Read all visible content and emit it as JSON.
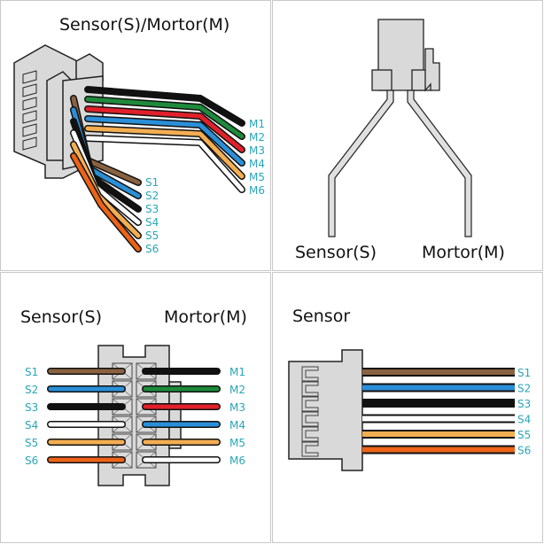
{
  "colors": {
    "label": "#2aa6b8",
    "housing": "#d9d9d9",
    "outline": "#222222"
  },
  "panels": {
    "top_left": {
      "title": "Sensor(S)/Mortor(M)",
      "motor_wires": [
        {
          "label": "M1",
          "color": "#111111"
        },
        {
          "label": "M2",
          "color": "#1e8a3c"
        },
        {
          "label": "M3",
          "color": "#e0202a"
        },
        {
          "label": "M4",
          "color": "#2a8fd8"
        },
        {
          "label": "M5",
          "color": "#f4ae52"
        },
        {
          "label": "M6",
          "color": "#ffffff"
        }
      ],
      "sensor_wires": [
        {
          "label": "S1",
          "color": "#8a6240"
        },
        {
          "label": "S2",
          "color": "#2a8fd8"
        },
        {
          "label": "S3",
          "color": "#111111"
        },
        {
          "label": "S4",
          "color": "#ffffff"
        },
        {
          "label": "S5",
          "color": "#f4ae52"
        },
        {
          "label": "S6",
          "color": "#ec6318"
        }
      ]
    },
    "top_right": {
      "left_label": "Sensor(S)",
      "right_label": "Mortor(M)"
    },
    "bottom_left": {
      "left_title": "Sensor(S)",
      "right_title": "Mortor(M)",
      "sensor_wires": [
        {
          "label": "S1",
          "color": "#8a6240"
        },
        {
          "label": "S2",
          "color": "#2a8fd8"
        },
        {
          "label": "S3",
          "color": "#111111"
        },
        {
          "label": "S4",
          "color": "#ffffff"
        },
        {
          "label": "S5",
          "color": "#f4ae52"
        },
        {
          "label": "S6",
          "color": "#ec6318"
        }
      ],
      "motor_wires": [
        {
          "label": "M1",
          "color": "#111111"
        },
        {
          "label": "M2",
          "color": "#1e8a3c"
        },
        {
          "label": "M3",
          "color": "#e0202a"
        },
        {
          "label": "M4",
          "color": "#2a8fd8"
        },
        {
          "label": "M5",
          "color": "#f4ae52"
        },
        {
          "label": "M6",
          "color": "#ffffff"
        }
      ]
    },
    "bottom_right": {
      "title": "Sensor",
      "wires": [
        {
          "label": "S1",
          "color": "#8a6240"
        },
        {
          "label": "S2",
          "color": "#2a8fd8"
        },
        {
          "label": "S3",
          "color": "#111111"
        },
        {
          "label": "S4",
          "color": "#ffffff"
        },
        {
          "label": "S5",
          "color": "#f4ae52"
        },
        {
          "label": "S6",
          "color": "#ec6318"
        }
      ]
    }
  }
}
